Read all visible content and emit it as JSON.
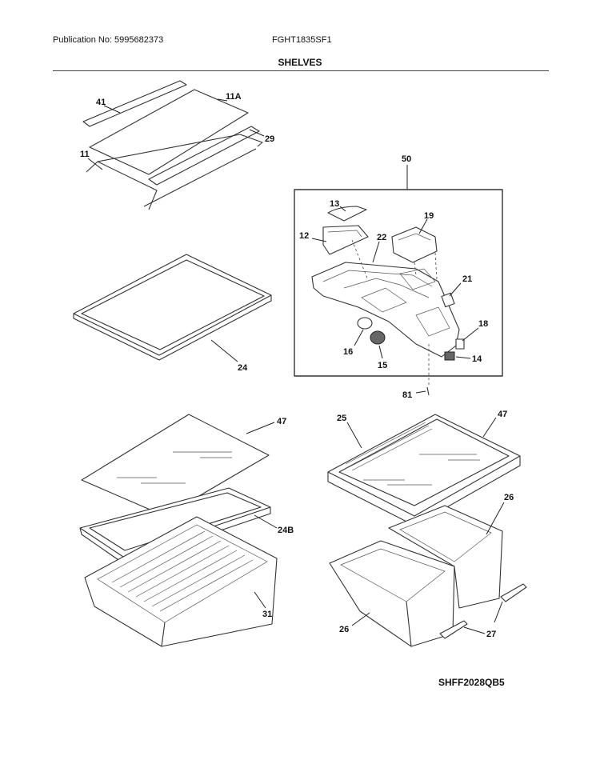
{
  "header": {
    "publication": "Publication No: 5995682373",
    "model": "FGHT1835SF1",
    "section_title": "SHELVES"
  },
  "diagram_code": "SHFF2028QB5",
  "callouts": {
    "c41": "41",
    "c11a": "11A",
    "c29": "29",
    "c11": "11",
    "c50": "50",
    "c13": "13",
    "c19": "19",
    "c12": "12",
    "c22": "22",
    "c21": "21",
    "c18": "18",
    "c16": "16",
    "c15": "15",
    "c14": "14",
    "c81": "81",
    "c24": "24",
    "c47a": "47",
    "c25": "25",
    "c47b": "47",
    "c24b": "24B",
    "c26a": "26",
    "c31": "31",
    "c26b": "26",
    "c27": "27"
  }
}
